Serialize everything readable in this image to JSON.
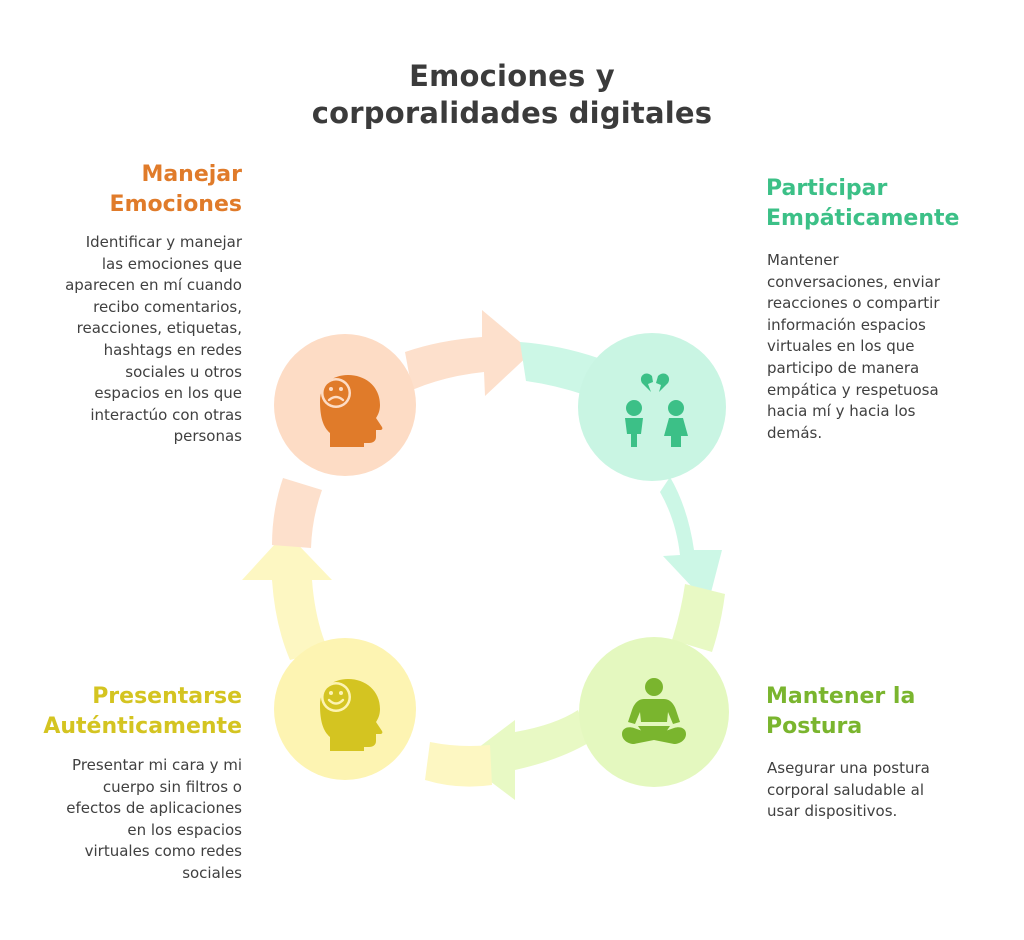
{
  "title": {
    "line1": "Emociones y",
    "line2": "corporalidades digitales"
  },
  "sections": {
    "manejar": {
      "heading": [
        "Manejar",
        "Emociones"
      ],
      "description": [
        "Identificar y manejar",
        "las emociones que",
        "aparecen en mí cuando",
        "recibo comentarios,",
        "reacciones, etiquetas,",
        "hashtags  en redes",
        "sociales u otros",
        "espacios en los que",
        "interactúo con otras",
        "personas"
      ],
      "color": "#e07b2a",
      "icon": "sad-head-icon"
    },
    "participar": {
      "heading": [
        "Participar",
        "Empáticamente"
      ],
      "description": [
        "Mantener",
        "conversaciones, enviar",
        "reacciones o compartir",
        "información espacios",
        "virtuales en los que",
        "participo  de manera",
        "empática y respetuosa",
        "hacia mí y hacia los",
        "demás."
      ],
      "color": "#3cc087",
      "icon": "two-people-broken-heart-icon"
    },
    "postura": {
      "heading": [
        "Mantener la",
        "Postura"
      ],
      "description": [
        "Asegurar una postura",
        "corporal saludable al",
        "usar dispositivos."
      ],
      "color": "#7ab52e",
      "icon": "meditation-icon"
    },
    "presentarse": {
      "heading": [
        "Presentarse",
        "Auténticamente"
      ],
      "description": [
        "Presentar mi cara y mi",
        "cuerpo sin filtros o",
        "efectos de aplicaciones",
        "en los espacios",
        "virtuales como redes",
        "sociales"
      ],
      "color": "#d4c421",
      "icon": "happy-head-icon"
    }
  }
}
